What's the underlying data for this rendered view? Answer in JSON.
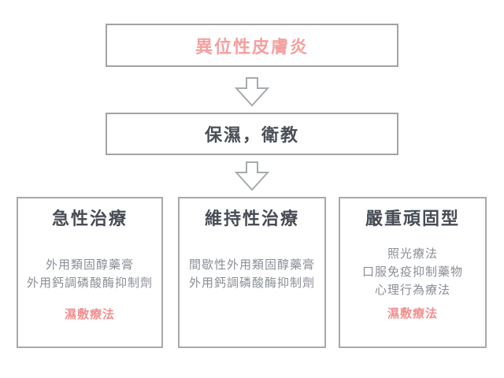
{
  "flowchart": {
    "root_label": "異位性皮膚炎",
    "step2_label": "保濕，衛教",
    "branches": [
      {
        "title": "急性治療",
        "items": [
          "外用類固醇藥膏",
          "外用鈣調磷酸酶抑制劑"
        ],
        "highlight": "濕敷療法"
      },
      {
        "title": "維持性治療",
        "items": [
          "間歇性外用類固醇藥膏",
          "外用鈣調磷酸酶抑制劑"
        ],
        "highlight": ""
      },
      {
        "title": "嚴重頑固型",
        "items": [
          "照光療法",
          "口服免疫抑制藥物",
          "心理行為療法"
        ],
        "highlight": "濕敷療法"
      }
    ],
    "colors": {
      "accent_pink": "#f4a0a0",
      "highlight_pink": "#f19090",
      "title_dark": "#474c55",
      "body_gray": "#8a8e95",
      "border_gray": "#a3a3a3",
      "arrow_gray": "#a6abad"
    }
  }
}
